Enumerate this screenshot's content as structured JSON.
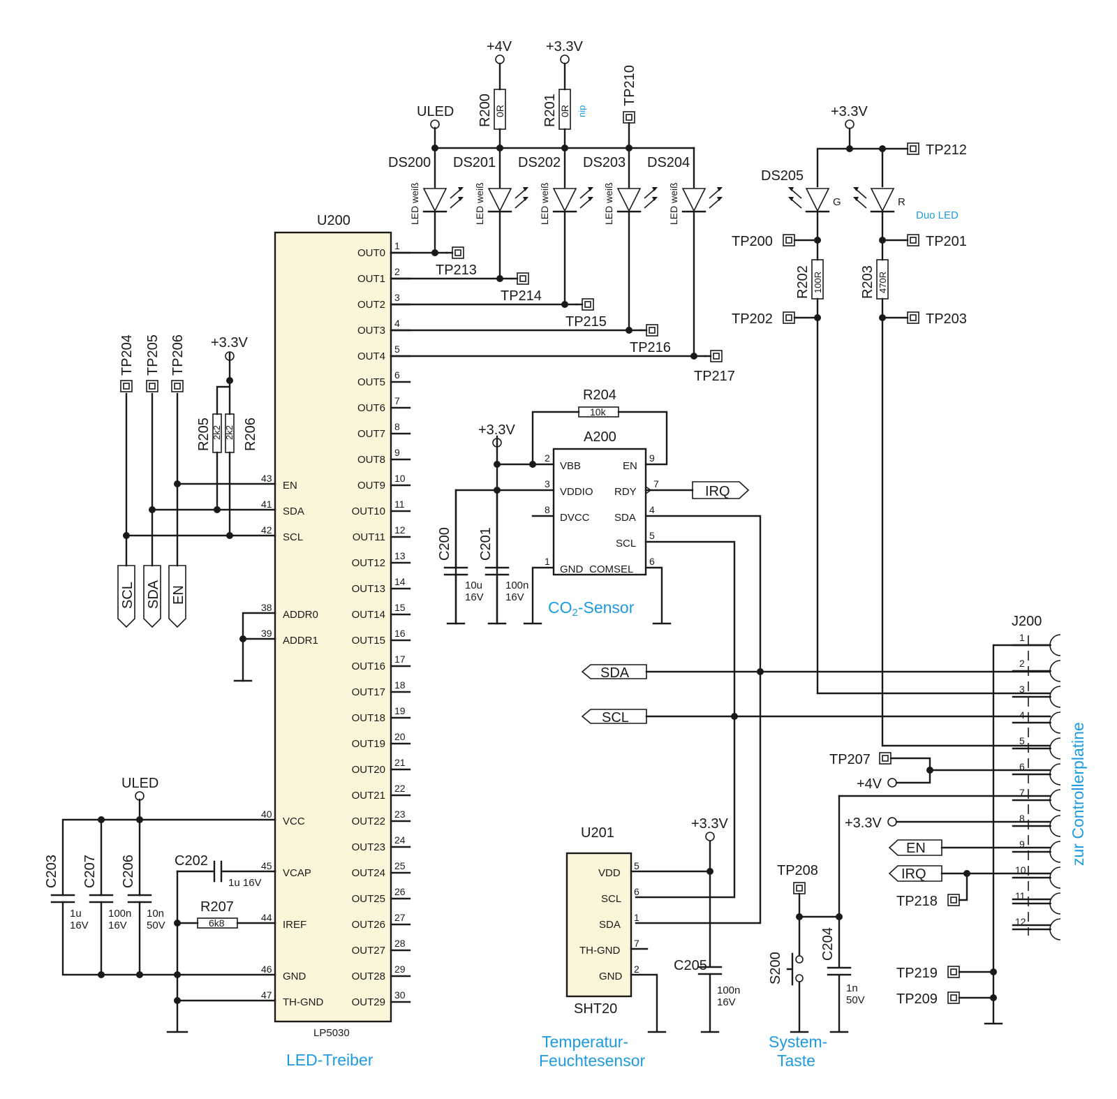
{
  "chips": {
    "u200": {
      "ref": "U200",
      "part": "LP5030",
      "caption": "LED-Treiber"
    },
    "a200": {
      "ref": "A200",
      "caption_pre": "CO",
      "caption_sub": "2",
      "caption_post": "-Sensor"
    },
    "u201": {
      "ref": "U201",
      "part": "SHT20",
      "caption_line1": "Temperatur-",
      "caption_line2": "Feuchtesensor"
    }
  },
  "u200_left_pins": [
    {
      "name": "EN",
      "num": "43"
    },
    {
      "name": "SDA",
      "num": "41"
    },
    {
      "name": "SCL",
      "num": "42"
    },
    {
      "name": "ADDR0",
      "num": "38"
    },
    {
      "name": "ADDR1",
      "num": "39"
    },
    {
      "name": "VCC",
      "num": "40"
    },
    {
      "name": "VCAP",
      "num": "45"
    },
    {
      "name": "IREF",
      "num": "44"
    },
    {
      "name": "GND",
      "num": "46"
    },
    {
      "name": "TH-GND",
      "num": "47"
    }
  ],
  "u200_right_pins": [
    "OUT0",
    "OUT1",
    "OUT2",
    "OUT3",
    "OUT4",
    "OUT5",
    "OUT6",
    "OUT7",
    "OUT8",
    "OUT9",
    "OUT10",
    "OUT11",
    "OUT12",
    "OUT13",
    "OUT14",
    "OUT15",
    "OUT16",
    "OUT17",
    "OUT18",
    "OUT19",
    "OUT20",
    "OUT21",
    "OUT22",
    "OUT23",
    "OUT24",
    "OUT25",
    "OUT26",
    "OUT27",
    "OUT28",
    "OUT29"
  ],
  "u200_right_nums": [
    "1",
    "2",
    "3",
    "4",
    "5",
    "6",
    "7",
    "8",
    "9",
    "10",
    "11",
    "12",
    "13",
    "14",
    "15",
    "16",
    "17",
    "18",
    "19",
    "20",
    "21",
    "22",
    "23",
    "24",
    "25",
    "26",
    "27",
    "28",
    "29",
    "30"
  ],
  "a200_pins": {
    "vbb": "VBB",
    "vbb_num": "2",
    "vddio": "VDDIO",
    "vddio_num": "3",
    "dvcc": "DVCC",
    "dvcc_num": "8",
    "gnd": "GND",
    "gnd_num": "1",
    "en": "EN",
    "en_num": "9",
    "rdy": "RDY",
    "rdy_num": "7",
    "sda": "SDA",
    "sda_num": "4",
    "scl": "SCL",
    "scl_num": "5",
    "comsel": "COMSEL",
    "comsel_num": "6"
  },
  "u201_pins": [
    {
      "name": "VDD",
      "num": "5"
    },
    {
      "name": "SCL",
      "num": "6"
    },
    {
      "name": "SDA",
      "num": "1"
    },
    {
      "name": "TH-GND",
      "num": "7"
    },
    {
      "name": "GND",
      "num": "2"
    }
  ],
  "leds": {
    "white": [
      "DS200",
      "DS201",
      "DS202",
      "DS203",
      "DS204"
    ],
    "white_value": "LED weiß",
    "duo": "DS205",
    "duo_g": "G",
    "duo_r": "R",
    "duo_note": "Duo LED"
  },
  "resistors": {
    "r200": {
      "ref": "R200",
      "value": "0R"
    },
    "r201": {
      "ref": "R201",
      "value": "0R",
      "note": "nip"
    },
    "r202": {
      "ref": "R202",
      "value": "100R"
    },
    "r203": {
      "ref": "R203",
      "value": "470R"
    },
    "r204": {
      "ref": "R204",
      "value": "10k"
    },
    "r205": {
      "ref": "R205",
      "value": "2k2"
    },
    "r206": {
      "ref": "R206",
      "value": "2k2"
    },
    "r207": {
      "ref": "R207",
      "value": "6k8"
    }
  },
  "capacitors": {
    "c200": {
      "ref": "C200",
      "v1": "10u",
      "v2": "16V"
    },
    "c201": {
      "ref": "C201",
      "v1": "100n",
      "v2": "16V"
    },
    "c202": {
      "ref": "C202",
      "v1": "1u 16V"
    },
    "c203": {
      "ref": "C203",
      "v1": "1u",
      "v2": "16V"
    },
    "c204": {
      "ref": "C204",
      "v1": "1n",
      "v2": "50V"
    },
    "c205": {
      "ref": "C205",
      "v1": "100n",
      "v2": "16V"
    },
    "c206": {
      "ref": "C206",
      "v1": "10n",
      "v2": "50V"
    },
    "c207": {
      "ref": "C207",
      "v1": "100n",
      "v2": "16V"
    }
  },
  "power": {
    "v4": "+4V",
    "v33": "+3.3V",
    "uled": "ULED"
  },
  "testpoints": {
    "tp200": "TP200",
    "tp201": "TP201",
    "tp202": "TP202",
    "tp203": "TP203",
    "tp204": "TP204",
    "tp205": "TP205",
    "tp206": "TP206",
    "tp207": "TP207",
    "tp208": "TP208",
    "tp209": "TP209",
    "tp210": "TP210",
    "tp212": "TP212",
    "tp213": "TP213",
    "tp214": "TP214",
    "tp215": "TP215",
    "tp216": "TP216",
    "tp217": "TP217",
    "tp218": "TP218",
    "tp219": "TP219"
  },
  "nets": {
    "scl": "SCL",
    "sda": "SDA",
    "en": "EN",
    "irq": "IRQ"
  },
  "switch": {
    "ref": "S200",
    "caption_line1": "System-",
    "caption_line2": "Taste"
  },
  "connector": {
    "ref": "J200",
    "caption": "zur Controllerplatine",
    "pins": [
      "1",
      "2",
      "3",
      "4",
      "5",
      "6",
      "7",
      "8",
      "9",
      "10",
      "11",
      "12"
    ]
  },
  "colors": {
    "ic_fill": "#fbf6d9",
    "accent": "#1e9be0",
    "ink": "#1a1a1a"
  }
}
